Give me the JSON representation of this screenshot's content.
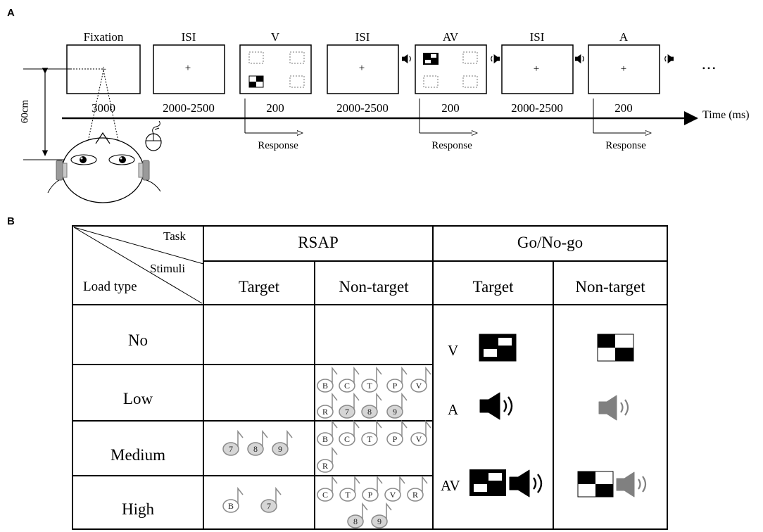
{
  "panels": {
    "a": "A",
    "b": "B"
  },
  "timeline": {
    "events": [
      {
        "label": "Fixation",
        "duration": "3000",
        "display": "fixation"
      },
      {
        "label": "ISI",
        "duration": "2000-2500",
        "display": "fixation"
      },
      {
        "label": "V",
        "duration": "200",
        "display": "visual"
      },
      {
        "label": "ISI",
        "duration": "2000-2500",
        "display": "fixation"
      },
      {
        "label": "AV",
        "duration": "200",
        "display": "audiovisual"
      },
      {
        "label": "ISI",
        "duration": "2000-2500",
        "display": "fixation"
      },
      {
        "label": "A",
        "duration": "200",
        "display": "auditory"
      }
    ],
    "ellipsis": "• • •",
    "axis_label": "Time (ms)",
    "response_label": "Response",
    "distance_label": "60cm"
  },
  "table": {
    "corner": {
      "task": "Task",
      "stimuli": "Stimuli",
      "load_type": "Load type"
    },
    "tasks": [
      "RSAP",
      "Go/No-go"
    ],
    "subheaders": [
      "Target",
      "Non-target",
      "Target",
      "Non-target"
    ],
    "loads": [
      "No",
      "Low",
      "Medium",
      "High"
    ],
    "rsap": {
      "no": {
        "target": [],
        "nontarget": []
      },
      "low": {
        "target": [],
        "nontarget": [
          "B",
          "C",
          "T",
          "P",
          "V",
          "R",
          "7",
          "8",
          "9"
        ]
      },
      "medium": {
        "target": [
          "7",
          "8",
          "9"
        ],
        "nontarget": [
          "B",
          "C",
          "T",
          "P",
          "V",
          "R"
        ]
      },
      "high": {
        "target": [
          "B",
          "7"
        ],
        "nontarget": [
          "C",
          "T",
          "P",
          "V",
          "R",
          "8",
          "9"
        ]
      }
    },
    "gonogo_modalities": [
      "V",
      "A",
      "AV"
    ],
    "colors": {
      "target_speaker": "#000000",
      "nontarget_speaker": "#808080",
      "note_fill": "#d6d6d6",
      "note_stroke": "#8a8a8a"
    }
  }
}
